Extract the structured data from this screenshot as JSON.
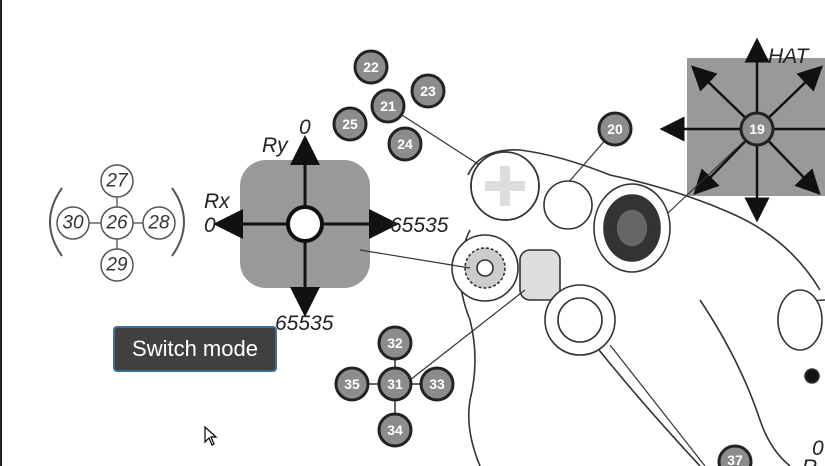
{
  "axes": {
    "rx_label": "Rx",
    "rx_min": "0",
    "rx_max": "65535",
    "ry_label": "Ry",
    "ry_min": "0",
    "ry_max": "65535",
    "hat_label": "HAT"
  },
  "buttons": {
    "b19": "19",
    "b20": "20",
    "b21": "21",
    "b22": "22",
    "b23": "23",
    "b24": "24",
    "b25": "25",
    "b26": "26",
    "b27": "27",
    "b28": "28",
    "b29": "29",
    "b30": "30",
    "b31": "31",
    "b32": "32",
    "b33": "33",
    "b34": "34",
    "b35": "35",
    "b37": "37"
  },
  "switch_mode": {
    "label": "Switch mode"
  },
  "edge_text": {
    "right_zero": "0",
    "right_letter": "R"
  },
  "colors": {
    "button_fill": "#8c8c8c",
    "panel_fill": "#999999",
    "tooltip_bg": "#404040",
    "tooltip_border": "#3d6f9a"
  }
}
